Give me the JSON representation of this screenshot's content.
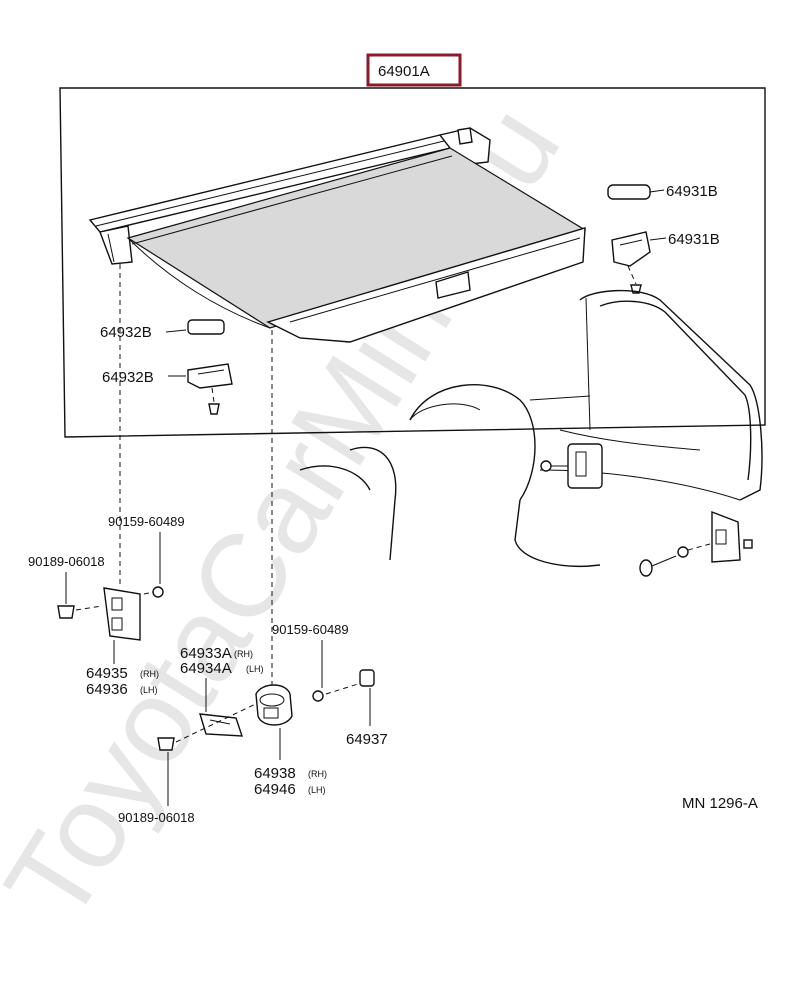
{
  "diagram": {
    "header_part": "64901A",
    "drawing_code": "MN 1296-A",
    "watermark": "ToyotaCarMine.ru",
    "highlight_color": "#8b1a2b",
    "parts": {
      "p64931b_upper": "64931B",
      "p64931b_lower": "64931B",
      "p64932b_upper": "64932B",
      "p64932b_lower": "64932B",
      "p90159_left": "90159-60489",
      "p90189_left": "90189-06018",
      "p64935": "64935",
      "p64935_side": "(RH)",
      "p64936": "64936",
      "p64936_side": "(LH)",
      "p90159_right": "90159-60489",
      "p64933a": "64933A",
      "p64933a_side": "(RH)",
      "p64934a": "64934A",
      "p64934a_side": "(LH)",
      "p64937": "64937",
      "p64938": "64938",
      "p64938_side": "(RH)",
      "p64946": "64946",
      "p64946_side": "(LH)",
      "p90189_bottom": "90189-06018"
    }
  }
}
